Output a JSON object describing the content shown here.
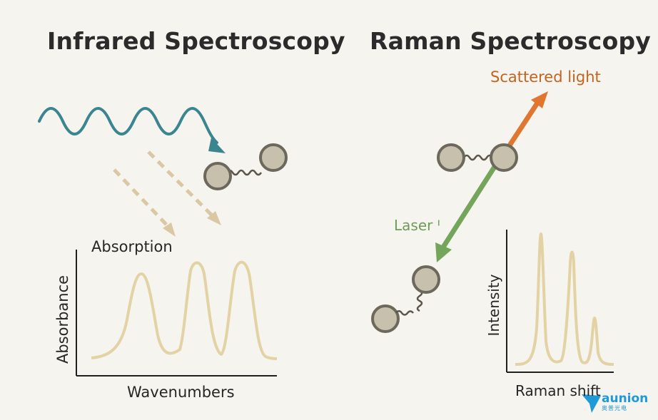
{
  "infrared": {
    "title": "Infrared Spectroscopy",
    "absorption_label": "Absorption",
    "y_axis_label": "Absorbance",
    "x_axis_label": "Wavenumbers"
  },
  "raman": {
    "title": "Raman Spectroscopy",
    "scattered_label": "Scattered light",
    "laser_label": "Laser ᑊ",
    "y_axis_label": "Intensity",
    "x_axis_label": "Raman shift"
  },
  "logo": {
    "name": "aunion",
    "subtitle": "奥普光电"
  },
  "colors": {
    "wave": "#3a8590",
    "scattered": "#e0762f",
    "laser": "#73a65b",
    "molecule_fill": "#c7c0ad",
    "molecule_stroke": "#6d685c",
    "spectrum": "#e3d2a4",
    "dashed_arrow": "#d9c8a3",
    "axis": "#1f1f1f"
  }
}
